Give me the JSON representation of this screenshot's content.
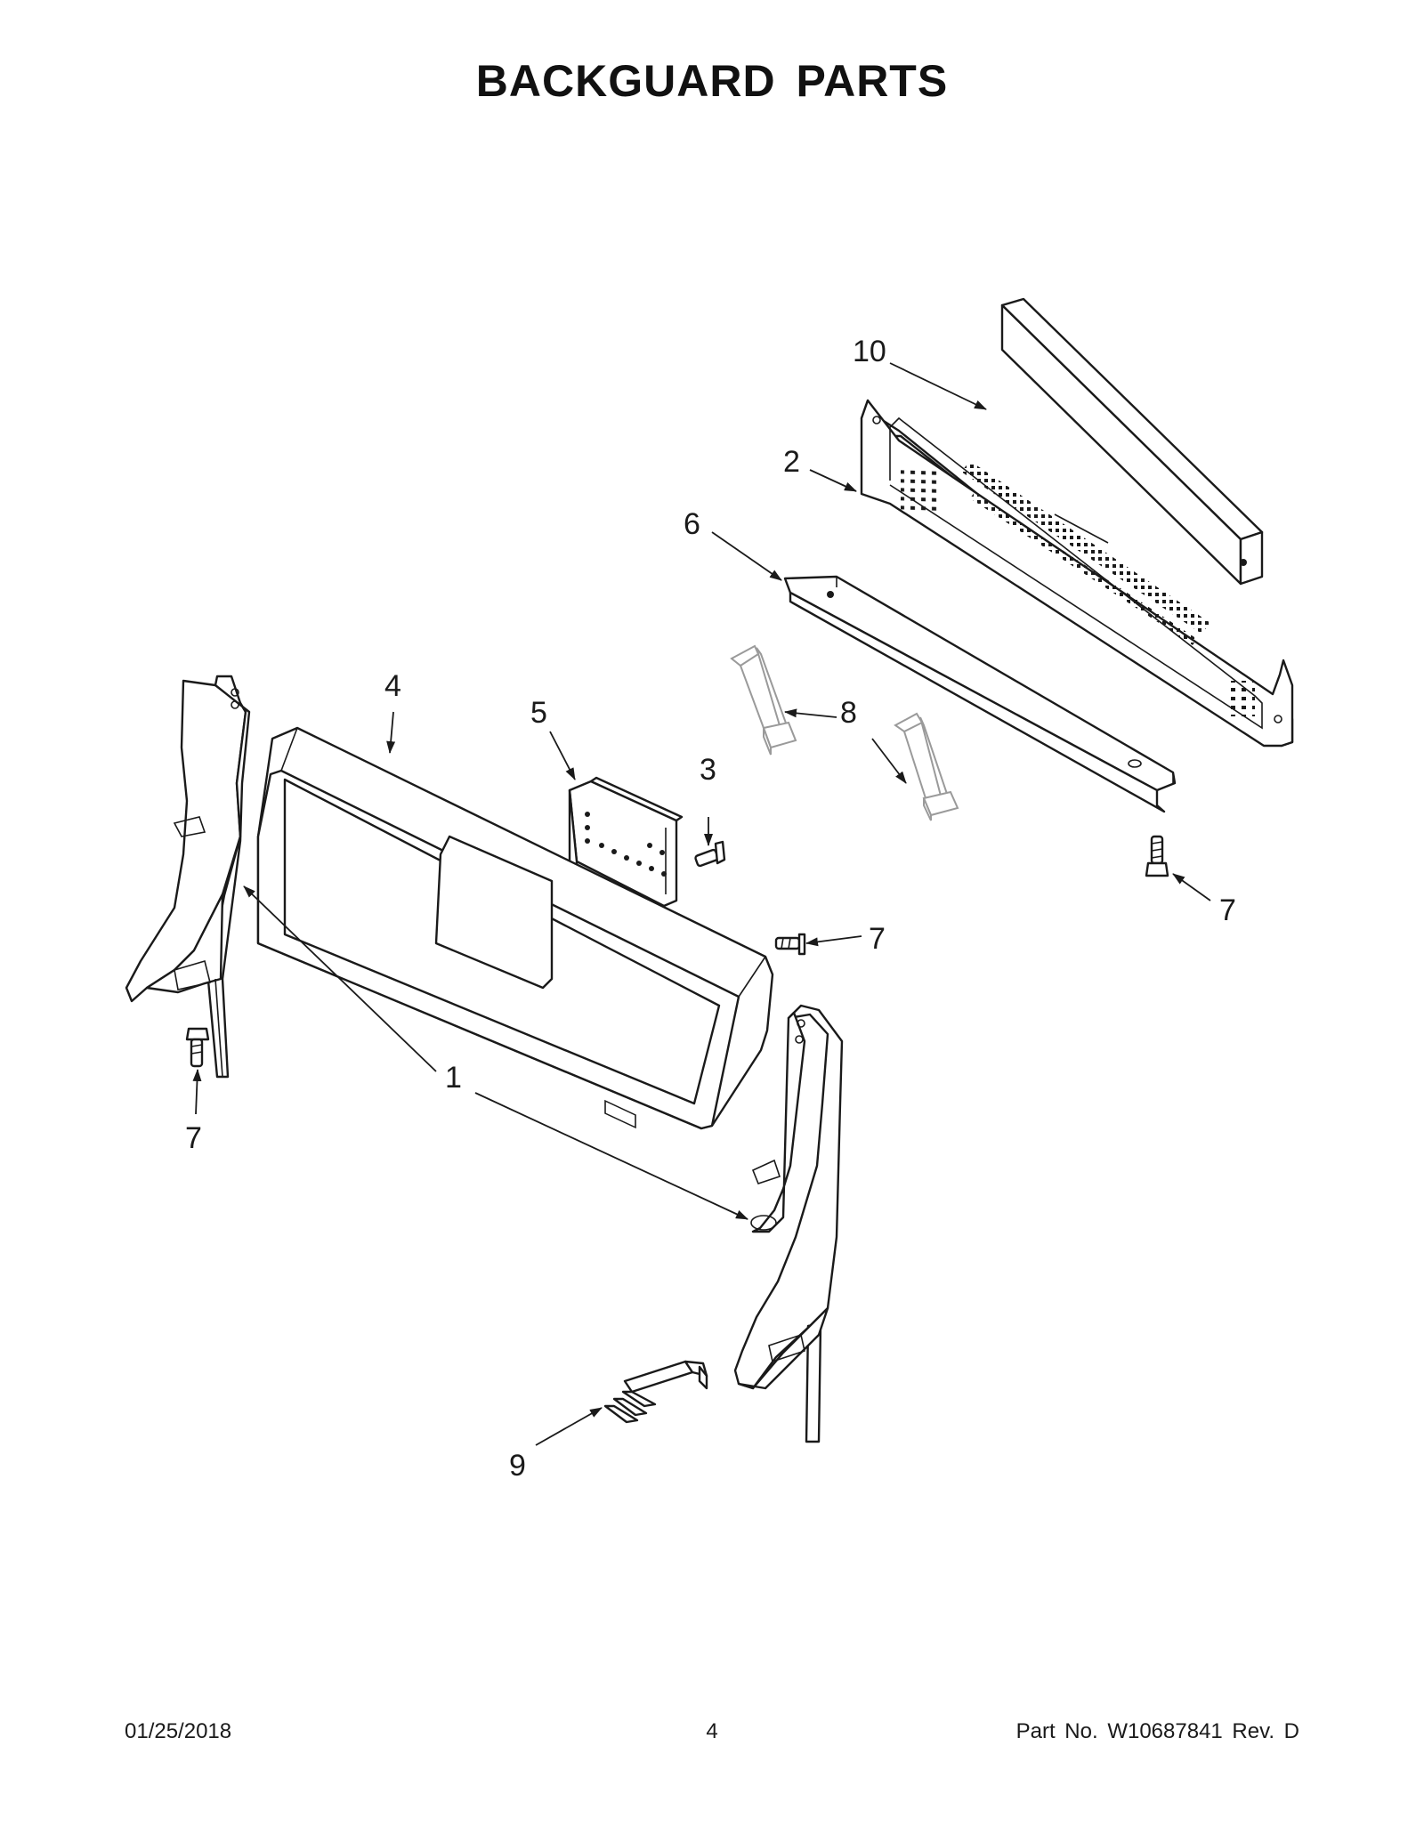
{
  "title": "BACKGUARD PARTS",
  "callouts": [
    {
      "id": "callout-10",
      "label": "10"
    },
    {
      "id": "callout-2",
      "label": "2"
    },
    {
      "id": "callout-6",
      "label": "6"
    },
    {
      "id": "callout-4",
      "label": "4"
    },
    {
      "id": "callout-5",
      "label": "5"
    },
    {
      "id": "callout-3",
      "label": "3"
    },
    {
      "id": "callout-8",
      "label": "8"
    },
    {
      "id": "callout-7-right",
      "label": "7"
    },
    {
      "id": "callout-7-middle",
      "label": "7"
    },
    {
      "id": "callout-7-left",
      "label": "7"
    },
    {
      "id": "callout-1",
      "label": "1"
    },
    {
      "id": "callout-9",
      "label": "9"
    }
  ],
  "footer": {
    "date": "01/25/2018",
    "page_number": "4",
    "part_number": "Part No.  W10687841  Rev.  D"
  },
  "colors": {
    "line": "#1a1a1a",
    "hidden_part": "#9a9a9a",
    "background": "#ffffff"
  }
}
